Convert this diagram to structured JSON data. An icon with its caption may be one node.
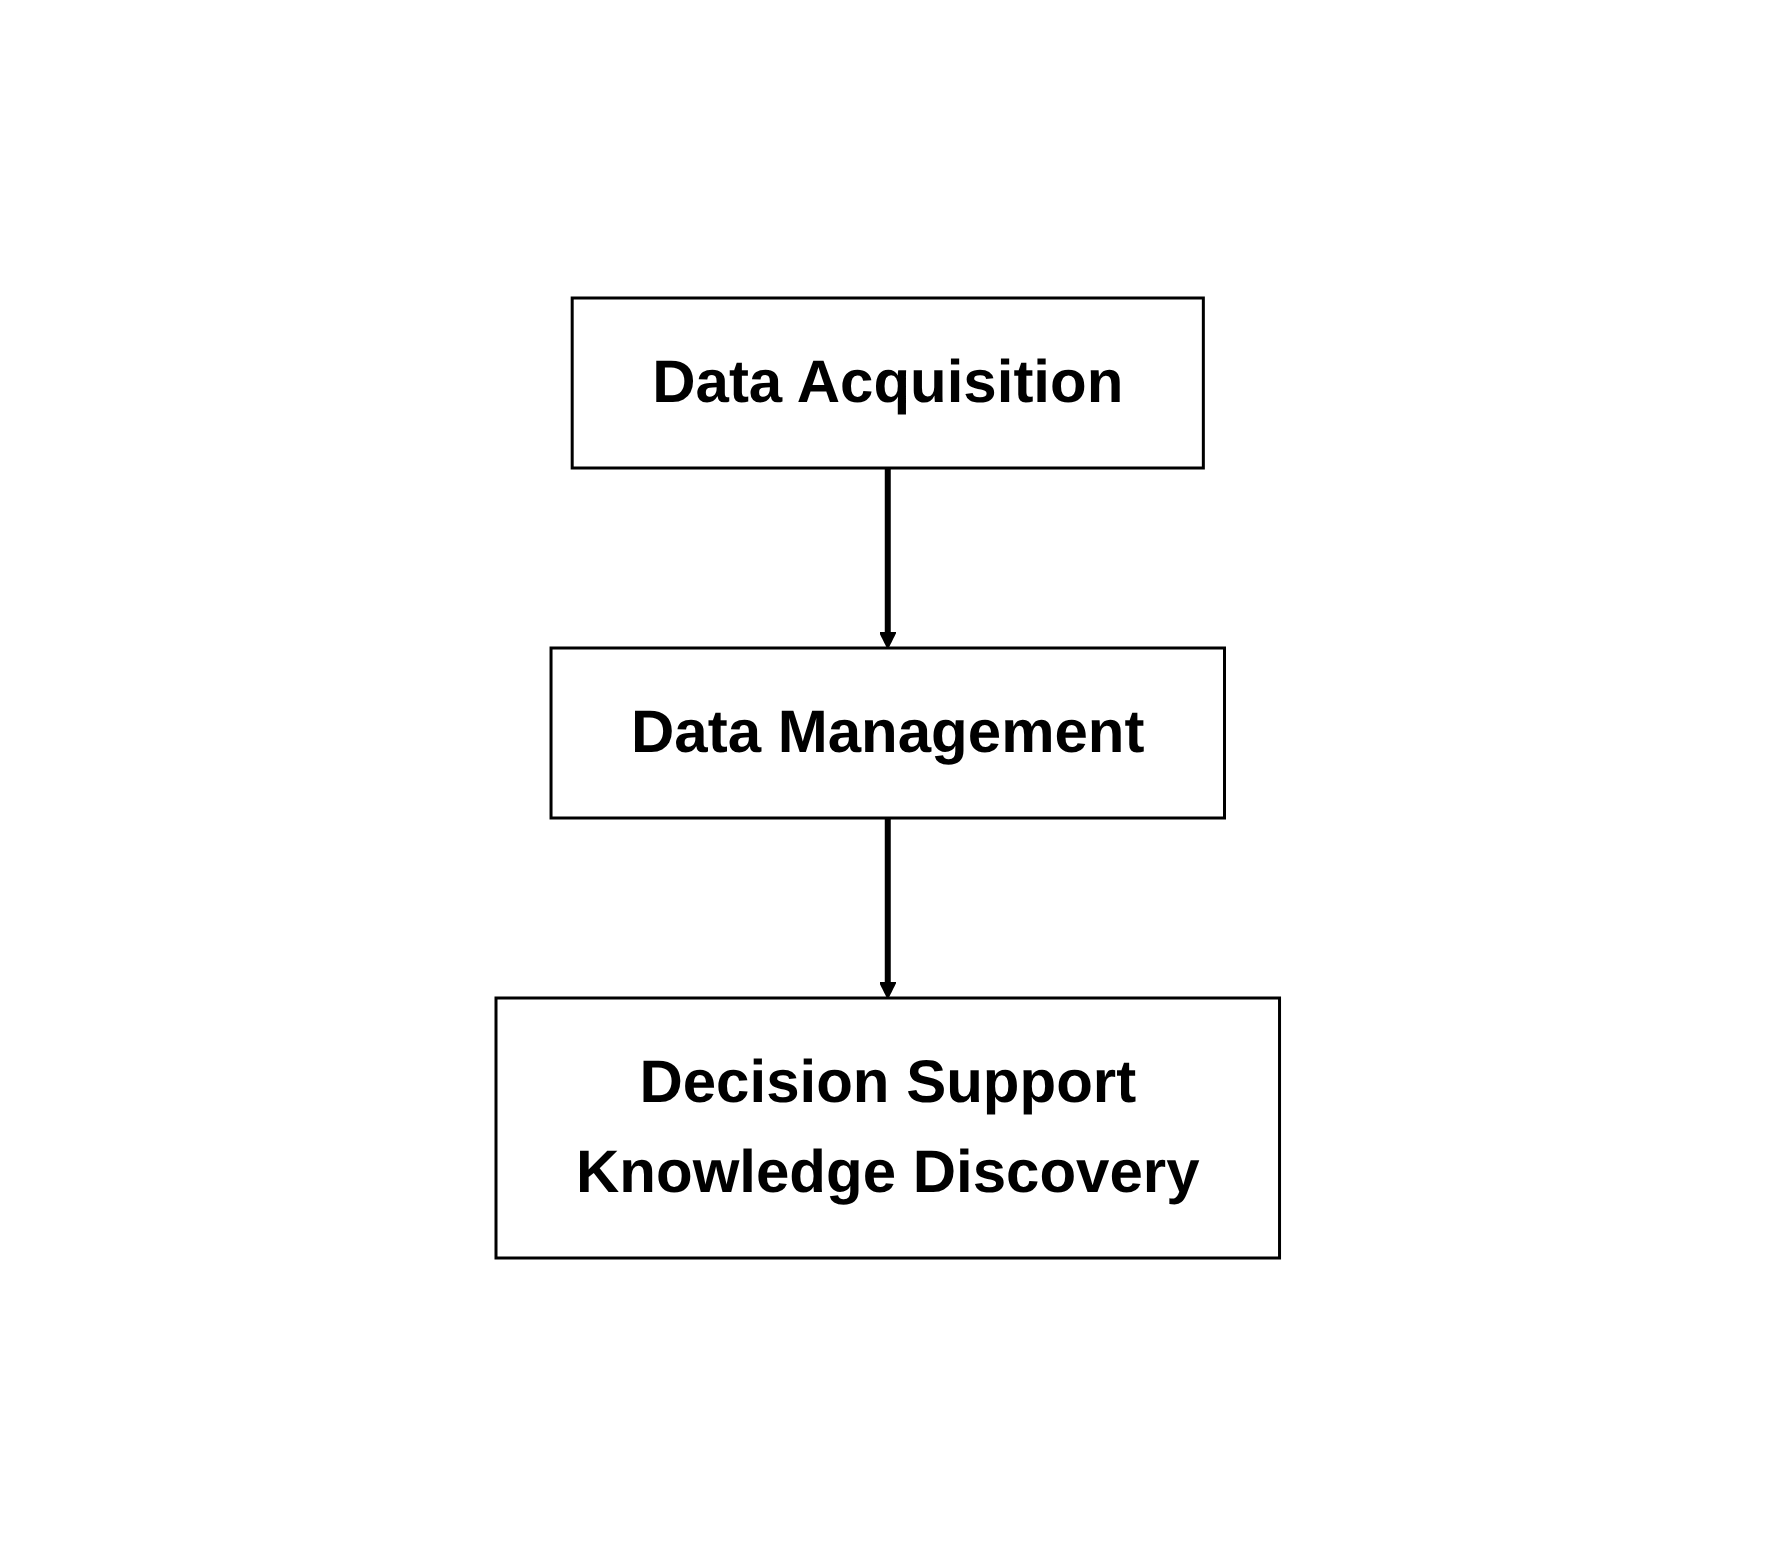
{
  "diagram": {
    "nodes": [
      {
        "text": [
          "Data Acquisition"
        ]
      },
      {
        "text": [
          "Data Management"
        ]
      },
      {
        "text": [
          "Decision Support",
          "Knowledge Discovery"
        ]
      }
    ],
    "edges": [
      {
        "from": 0,
        "to": 1,
        "arrow": "to"
      },
      {
        "from": 1,
        "to": 2,
        "arrow": "to"
      }
    ]
  }
}
